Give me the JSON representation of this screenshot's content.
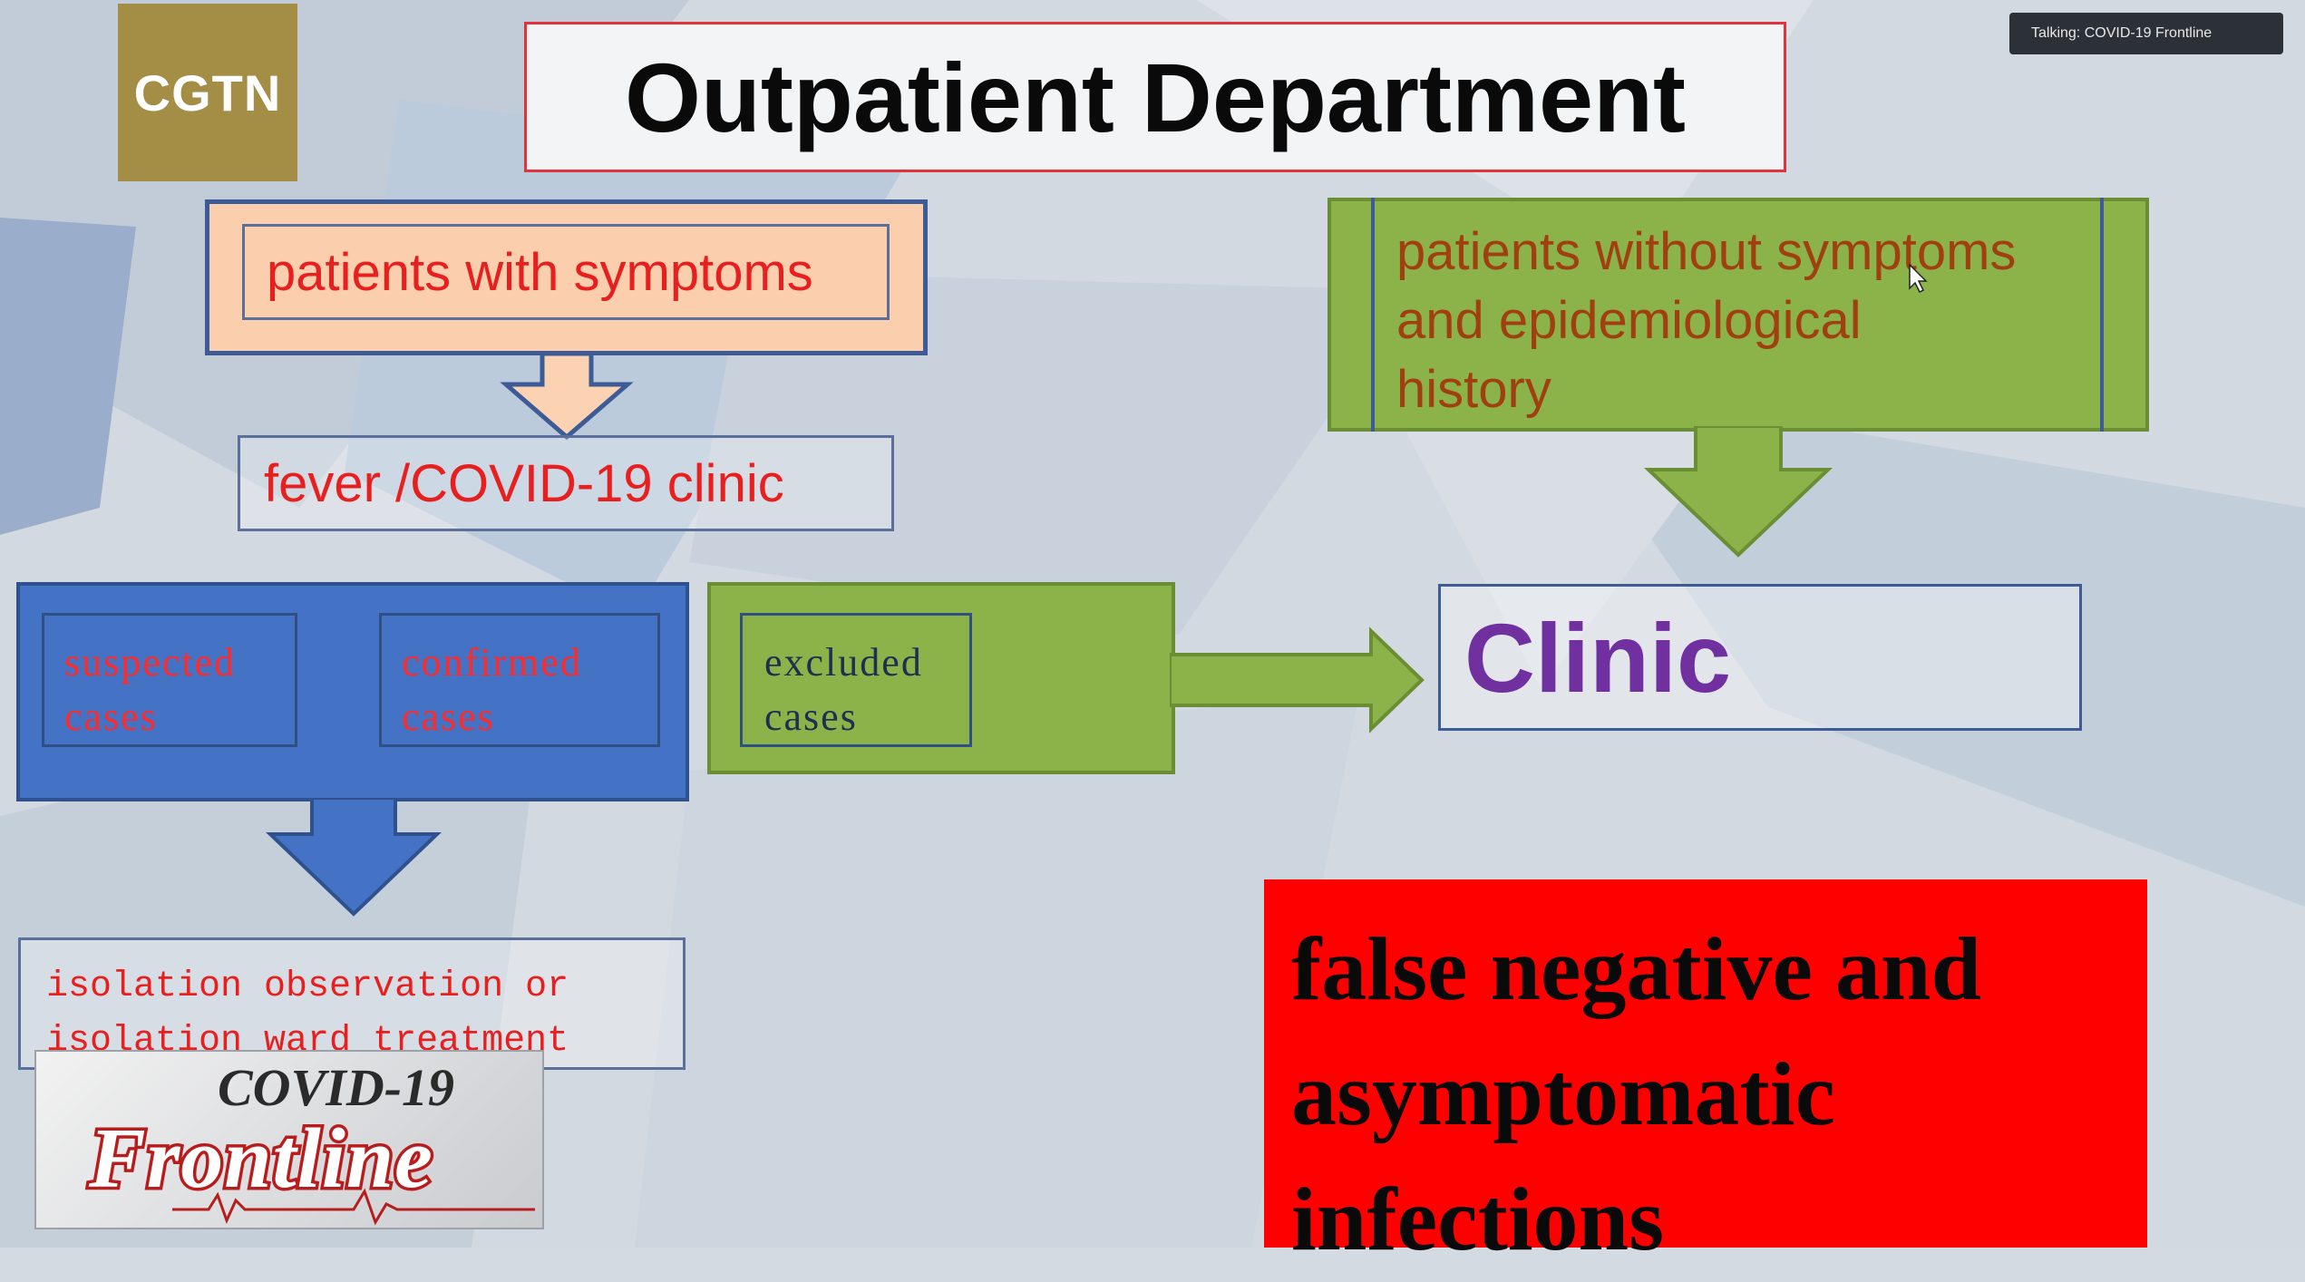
{
  "colors": {
    "title_border": "#e2333c",
    "text_red": "#e81f1f",
    "symptom_fill": "#fbcfae",
    "box_border_blue": "#3d5b96",
    "blue_fill": "#4472c4",
    "green_fill": "#8cb34a",
    "green_text": "#a04010",
    "purple": "#7030a0",
    "alert_red": "#ff0000",
    "logo_gold": "#a48d45"
  },
  "logo": {
    "text": "CGTN",
    "icon": "cgtn-logo"
  },
  "talking_badge": {
    "text": "Talking: COVID-19 Frontline"
  },
  "slide": {
    "title": "Outpatient Department",
    "patients_with_symptoms": "patients with symptoms",
    "fever_clinic": "fever /COVID-19 clinic",
    "suspected_cases": "suspected\ncases",
    "confirmed_cases": "confirmed\ncases",
    "excluded_cases": "excluded\ncases",
    "isolation": "isolation observation or\nisolation ward treatment",
    "patients_without": "patients without symptoms\nand  epidemiological\nhistory",
    "clinic": "Clinic",
    "false_negative": "false negative and\nasymptomatic\ninfections"
  },
  "show_logo": {
    "line1": "COVID-19",
    "line2": "Frontline"
  }
}
